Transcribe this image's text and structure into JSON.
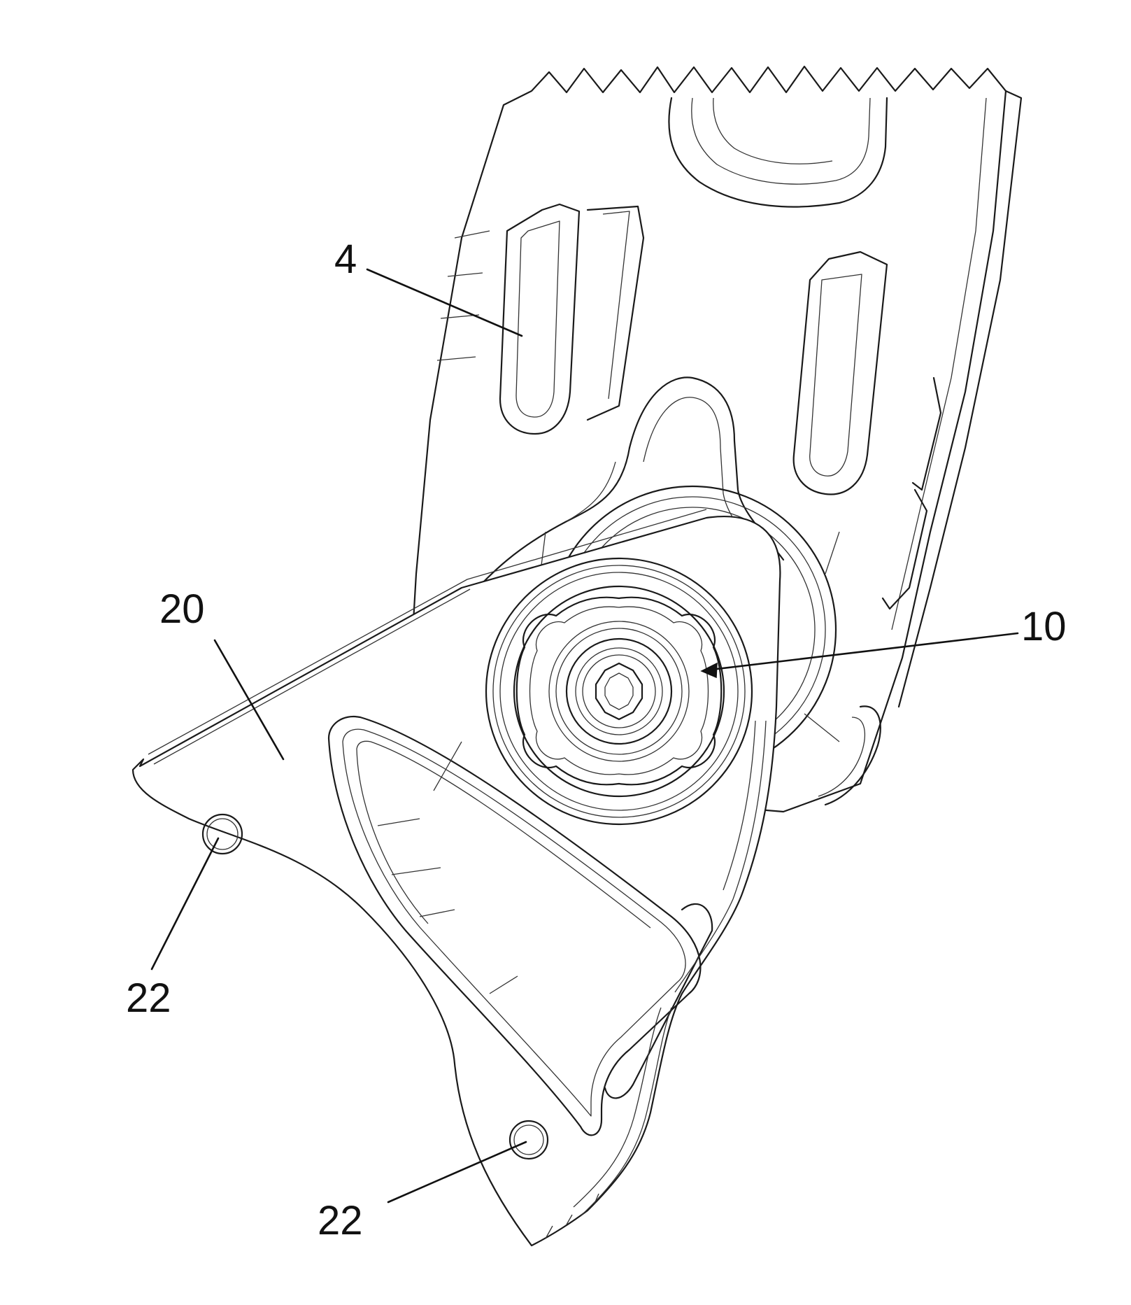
{
  "figure": {
    "labels": {
      "seat_back_frame": "4",
      "hinge_fitting": "10",
      "mounting_plate": "20",
      "mounting_hole_upper": "22",
      "mounting_hole_lower": "22"
    }
  }
}
